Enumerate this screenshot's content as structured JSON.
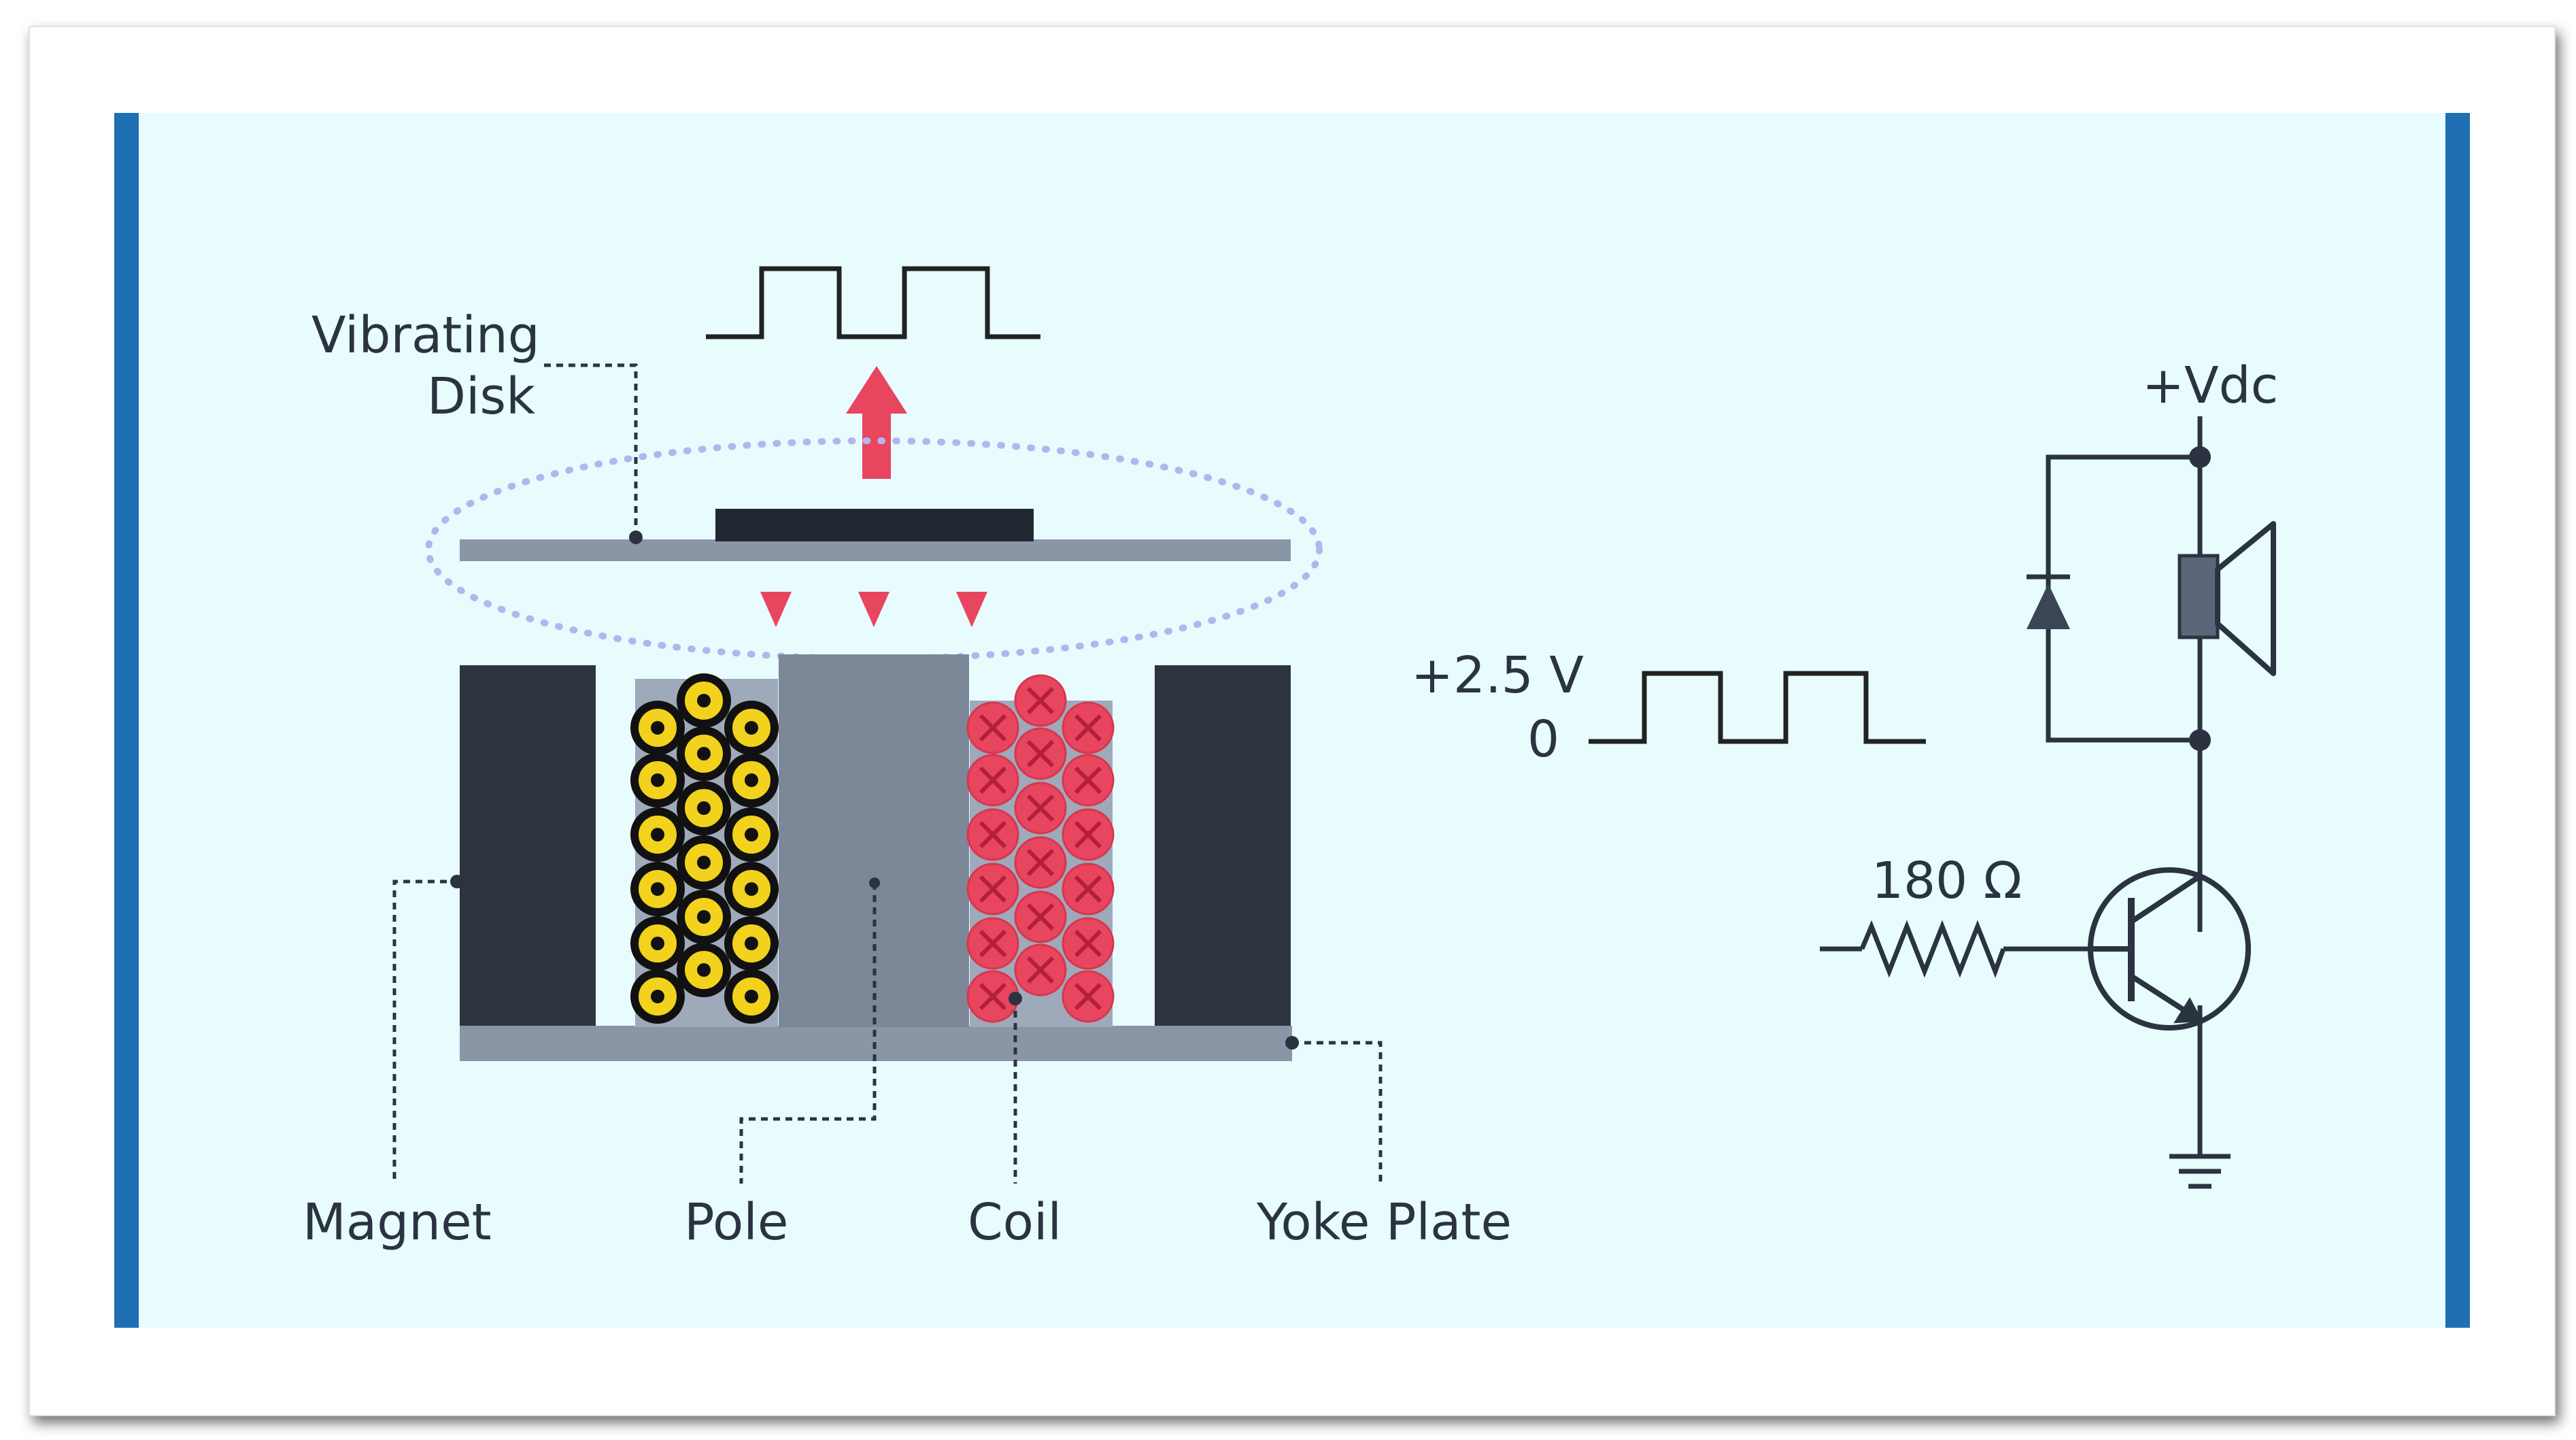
{
  "labels": {
    "vibrating_disk_1": "Vibrating",
    "vibrating_disk_2": "Disk",
    "magnet": "Magnet",
    "pole": "Pole",
    "coil": "Coil",
    "yoke_plate": "Yoke Plate",
    "vdc": "+Vdc",
    "v_high": "+2.5 V",
    "v_low": "0",
    "resistor": "180 Ω"
  },
  "colors": {
    "panel_bg": "#e8fcfd",
    "edge_blue": "#1f6fb4",
    "dark": "#2d3440",
    "steel": "#8a95a6",
    "pole": "#7c8798",
    "red": "#e8455f",
    "yellow": "#f2d21c"
  }
}
